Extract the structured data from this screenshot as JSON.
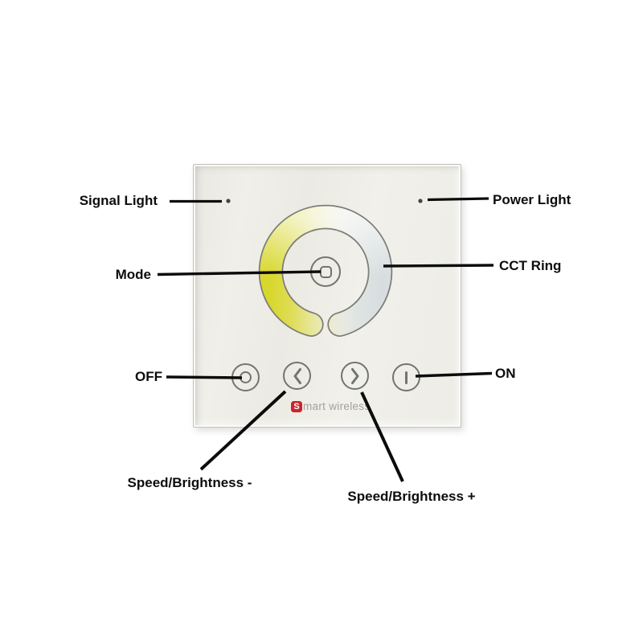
{
  "device": {
    "name": "smart-wireless-cct-touch-panel",
    "logo": {
      "badge_letter": "S",
      "text": "mart wireless"
    },
    "controls": {
      "mode_button": "mode",
      "cct_ring": "color-temperature ring",
      "off_button": "power off",
      "prev_button": "speed/brightness minus",
      "next_button": "speed/brightness plus",
      "on_button": "power on"
    },
    "indicators": {
      "signal_led": "signal light",
      "power_led": "power light"
    }
  },
  "labels": {
    "signal_light": "Signal Light",
    "power_light": "Power Light",
    "mode": "Mode",
    "cct_ring": "CCT Ring",
    "off": "OFF",
    "on": "ON",
    "speed_brightness_minus": "Speed/Brightness -",
    "speed_brightness_plus": "Speed/Brightness +"
  },
  "colors": {
    "ring_yellow": "#d8d72e",
    "ring_pale_yellow": "#e8e69c",
    "ring_white_grey": "#d8dedf",
    "outline_grey": "#7c7d77",
    "control_grey": "#73746e",
    "panel_surface": "#eeede7",
    "logo_red": "#c9252b",
    "annotation_black": "#0d0d0d",
    "led_dot": "#45453f"
  }
}
